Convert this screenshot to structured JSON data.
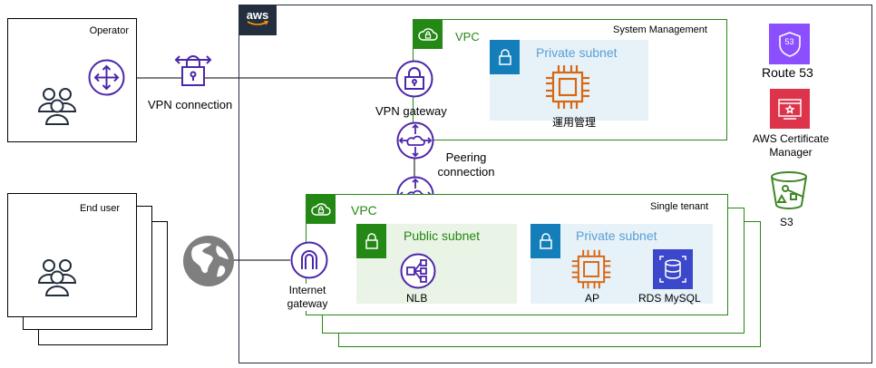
{
  "aws": {
    "logo_text": "aws"
  },
  "operator": {
    "title": "Operator"
  },
  "end_user": {
    "title": "End user"
  },
  "vpn_connection": {
    "label": "VPN connection"
  },
  "vpn_gateway": {
    "label": "VPN gateway"
  },
  "peering": {
    "line1": "Peering",
    "line2": "connection"
  },
  "mgmt_vpc": {
    "vpc_label": "VPC",
    "title": "System Management",
    "private_subnet": "Private subnet",
    "instance_label": "運用管理"
  },
  "tenant_vpc": {
    "vpc_label": "VPC",
    "title": "Single tenant",
    "public_subnet": "Public subnet",
    "private_subnet": "Private subnet",
    "nlb": "NLB",
    "ap": "AP",
    "rds": "RDS MySQL"
  },
  "internet_gateway": {
    "line1": "Internet",
    "line2": "gateway"
  },
  "services": {
    "route53": "Route 53",
    "route53_badge": "53",
    "acm_line1": "AWS Certificate",
    "acm_line2": "Manager",
    "s3": "S3"
  },
  "colors": {
    "aws_dark": "#232F3E",
    "vpc_green": "#248814",
    "public_green_bg": "#E9F3E6",
    "private_blue": "#147EBA",
    "private_blue_bg": "#E6F2F8",
    "compute_orange": "#D86613",
    "network_purple": "#4D27AA",
    "route53_purple": "#8C4FFF",
    "acm_red": "#DD344C",
    "s3_green": "#3F8624",
    "rds_blue": "#3B48CC"
  }
}
